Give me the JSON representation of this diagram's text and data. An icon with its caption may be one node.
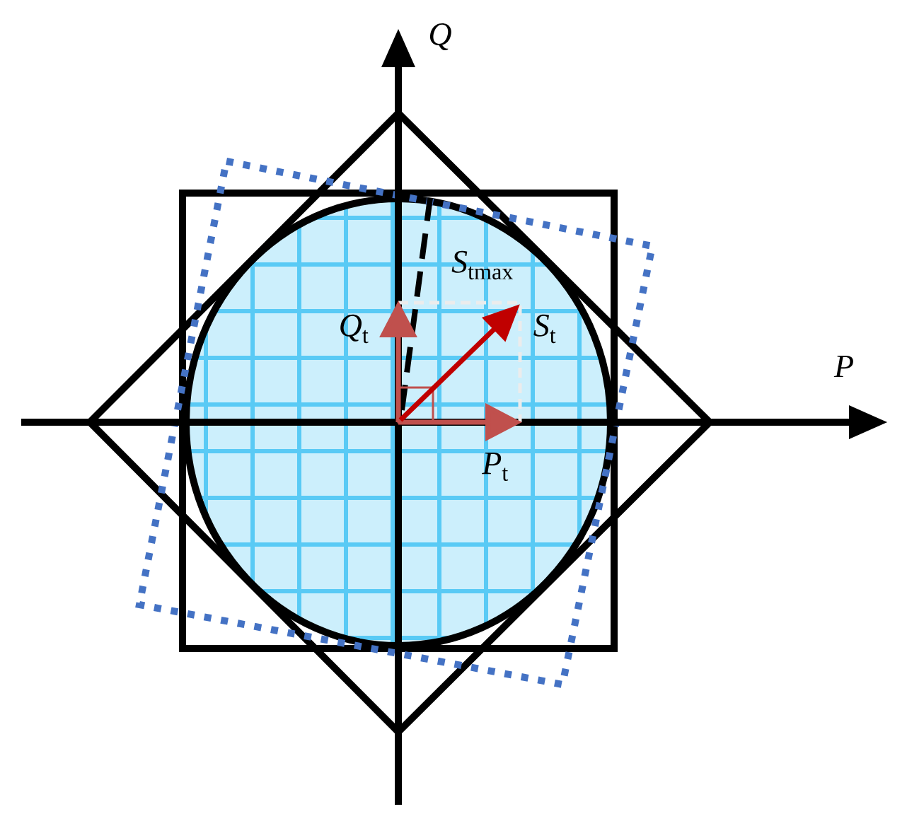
{
  "diagram": {
    "labels": [
      "*Q*",
      "*P*",
      "*S*$_{tmax}$",
      "*Q*$_{t}$",
      "*S*$_{t}$",
      "*P*$_{t}$"
    ]
  }
}
